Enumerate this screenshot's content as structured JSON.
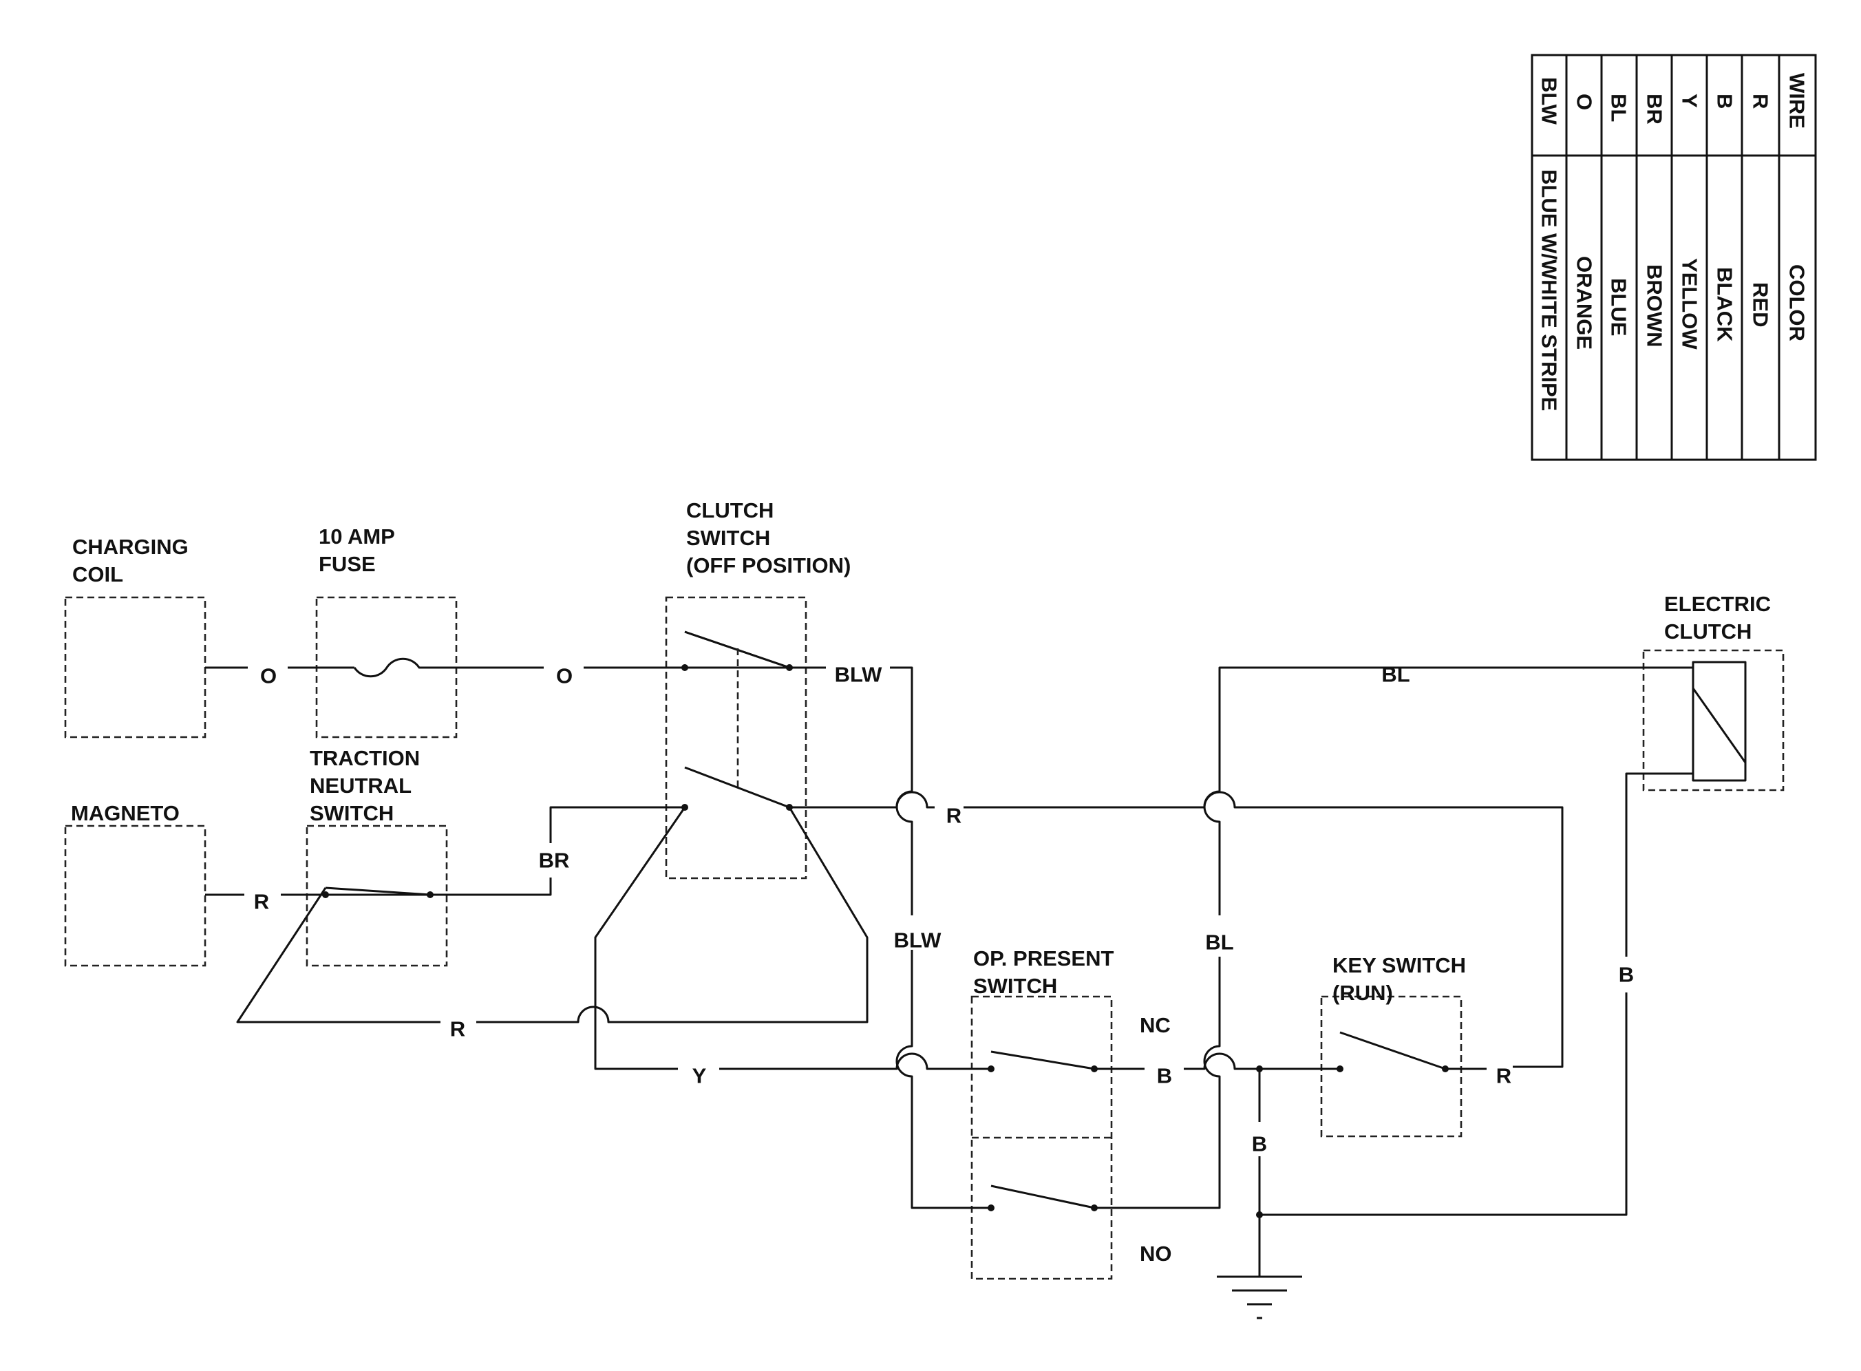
{
  "components": {
    "charging_coil": [
      "CHARGING",
      "COIL"
    ],
    "fuse": [
      "10 AMP",
      "FUSE"
    ],
    "clutch_switch": [
      "CLUTCH",
      "SWITCH",
      "(OFF POSITION)"
    ],
    "magneto": [
      "MAGNETO"
    ],
    "traction_neutral_switch": [
      "TRACTION",
      "NEUTRAL",
      "SWITCH"
    ],
    "electric_clutch": [
      "ELECTRIC",
      "CLUTCH"
    ],
    "op_present_switch": [
      "OP. PRESENT",
      "SWITCH"
    ],
    "key_switch": [
      "KEY SWITCH",
      "(RUN)"
    ],
    "contact_nc": "NC",
    "contact_no": "NO"
  },
  "wires": {
    "coil_to_fuse": "O",
    "fuse_to_clutch": "O",
    "clutch_out_top": "BLW",
    "clutch_to_key": "R",
    "blw_vertical": "BLW",
    "bl_top": "BL",
    "bl_vertical": "BL",
    "magneto_out": "R",
    "traction_to_clutch": "BR",
    "loop_bottom": "R",
    "y_line": "Y",
    "b_after_nc": "B",
    "key_out": "R",
    "b_down": "B",
    "b_right": "B"
  },
  "legend": {
    "header": {
      "wire": "WIRE",
      "color": "COLOR"
    },
    "rows": [
      {
        "wire": "R",
        "color": "RED"
      },
      {
        "wire": "B",
        "color": "BLACK"
      },
      {
        "wire": "Y",
        "color": "YELLOW"
      },
      {
        "wire": "BR",
        "color": "BROWN"
      },
      {
        "wire": "BL",
        "color": "BLUE"
      },
      {
        "wire": "O",
        "color": "ORANGE"
      },
      {
        "wire": "BLW",
        "color": "BLUE W/WHITE STRIPE"
      }
    ]
  }
}
